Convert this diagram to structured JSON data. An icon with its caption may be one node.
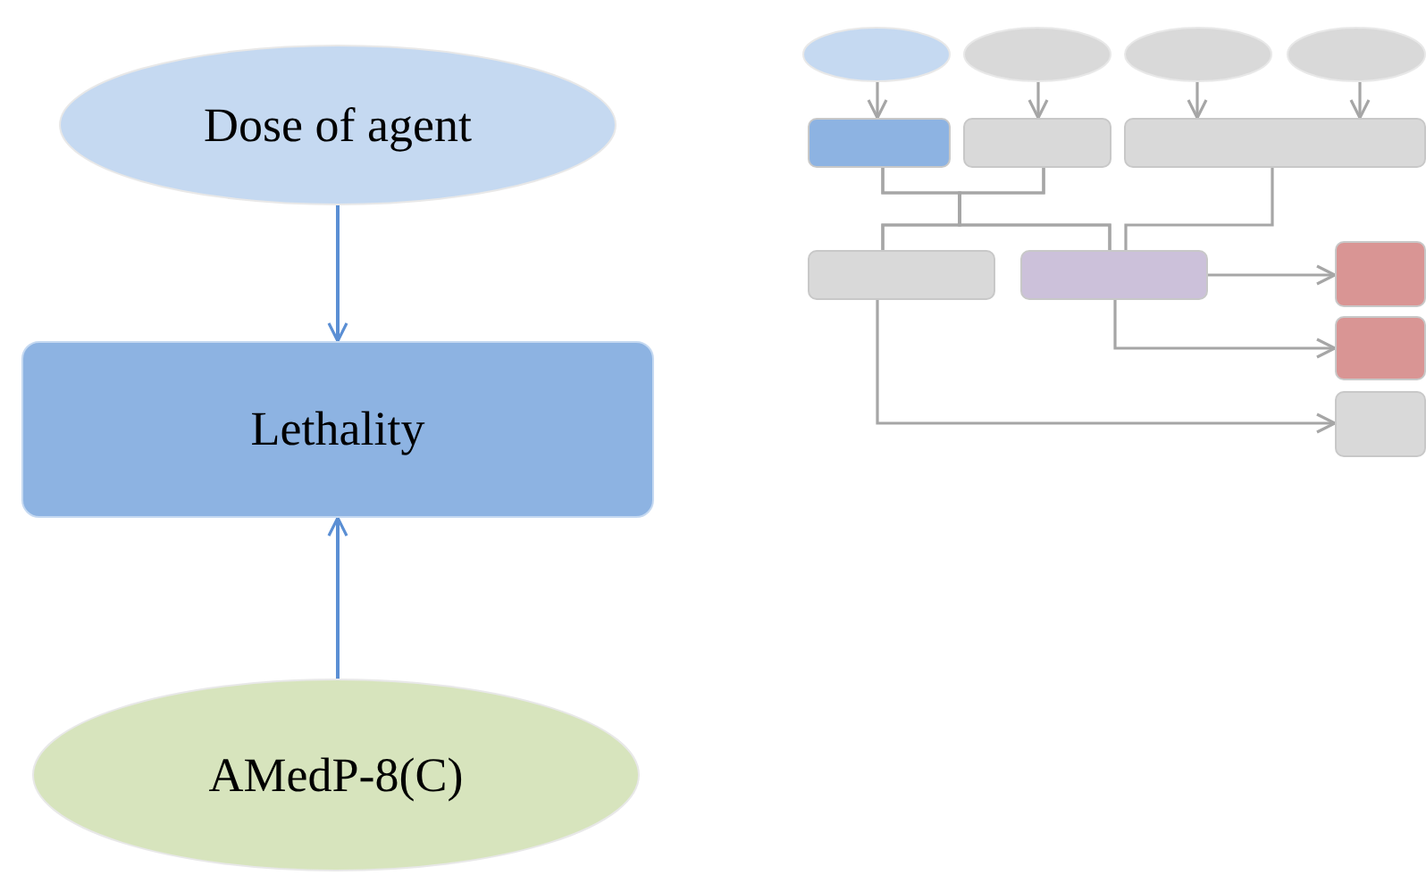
{
  "diagram": {
    "nodes": [
      {
        "text": [
          "Dose of agent"
        ]
      },
      {
        "text": [
          "Lethality"
        ]
      },
      {
        "text": [
          "AMedP-8(C)"
        ]
      },
      {
        "text": [],
        "shape": "ellipse"
      },
      {
        "text": [],
        "shape": "ellipse"
      },
      {
        "text": [],
        "shape": "ellipse"
      },
      {
        "text": [],
        "shape": "ellipse"
      },
      {
        "text": [],
        "shape": "box"
      },
      {
        "text": [],
        "shape": "box"
      },
      {
        "text": [],
        "shape": "box"
      },
      {
        "text": [],
        "shape": "box"
      },
      {
        "text": [],
        "shape": "box"
      },
      {
        "text": [],
        "shape": "box"
      },
      {
        "text": [],
        "shape": "box"
      },
      {
        "text": [],
        "shape": "box"
      }
    ],
    "edges": [
      {
        "from": 0,
        "to": 1,
        "arrow": "to",
        "color": "#5b8fd4"
      },
      {
        "from": 2,
        "to": 1,
        "arrow": "to",
        "color": "#5b8fd4"
      },
      {
        "from": 3,
        "to": 7,
        "arrow": "to"
      },
      {
        "from": 4,
        "to": 8,
        "arrow": "to"
      },
      {
        "from": 5,
        "to": 9,
        "arrow": "to"
      },
      {
        "from": 6,
        "to": 9,
        "arrow": "to"
      },
      {
        "from": 7,
        "to": 10,
        "arrow": "none"
      },
      {
        "from": 7,
        "to": 11,
        "arrow": "none"
      },
      {
        "from": 8,
        "to": 10,
        "arrow": "none"
      },
      {
        "from": 8,
        "to": 11,
        "arrow": "none"
      },
      {
        "from": 9,
        "to": 11,
        "arrow": "none"
      },
      {
        "from": 11,
        "to": 12,
        "arrow": "to"
      },
      {
        "from": 11,
        "to": 13,
        "arrow": "to"
      },
      {
        "from": 10,
        "to": 14,
        "arrow": "to"
      }
    ]
  }
}
